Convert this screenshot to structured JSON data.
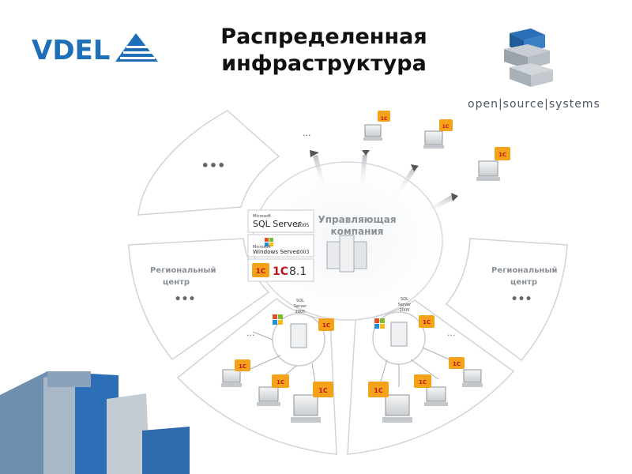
{
  "slide": {
    "title_line1": "Распределенная",
    "title_line2": "инфраструктура",
    "logo_text": "VDEL",
    "partner_logo_text": "open|source|systems"
  },
  "diagram": {
    "center": {
      "label_line1": "Управляющая",
      "label_line2": "компания",
      "products": [
        {
          "vendor": "Microsoft",
          "name": "SQL Server",
          "version": "2005"
        },
        {
          "vendor": "Microsoft",
          "name": "Windows Server",
          "version": "2003"
        },
        {
          "name": "1С",
          "version": "8.1"
        }
      ]
    },
    "sectors": {
      "top_left": {
        "ellipsis": "•••"
      },
      "left": {
        "label_line1": "Региональный",
        "label_line2": "центр",
        "ellipsis": "•••"
      },
      "right": {
        "label_line1": "Региональный",
        "label_line2": "центр",
        "ellipsis": "•••"
      }
    },
    "branch_server": {
      "line1": "SQL",
      "line2": "Server",
      "line3": "2005"
    },
    "remote_ellipsis": "...",
    "branch_ellipsis": "...",
    "app_badge": "1С"
  },
  "colors": {
    "accent_blue": "#2b6fb6",
    "logo_blue": "#1f6fb8",
    "badge_orange": "#f3a21a",
    "badge_red": "#c0141c",
    "sector_fill": "#ffffff",
    "sector_border": "#cfd3d8"
  }
}
